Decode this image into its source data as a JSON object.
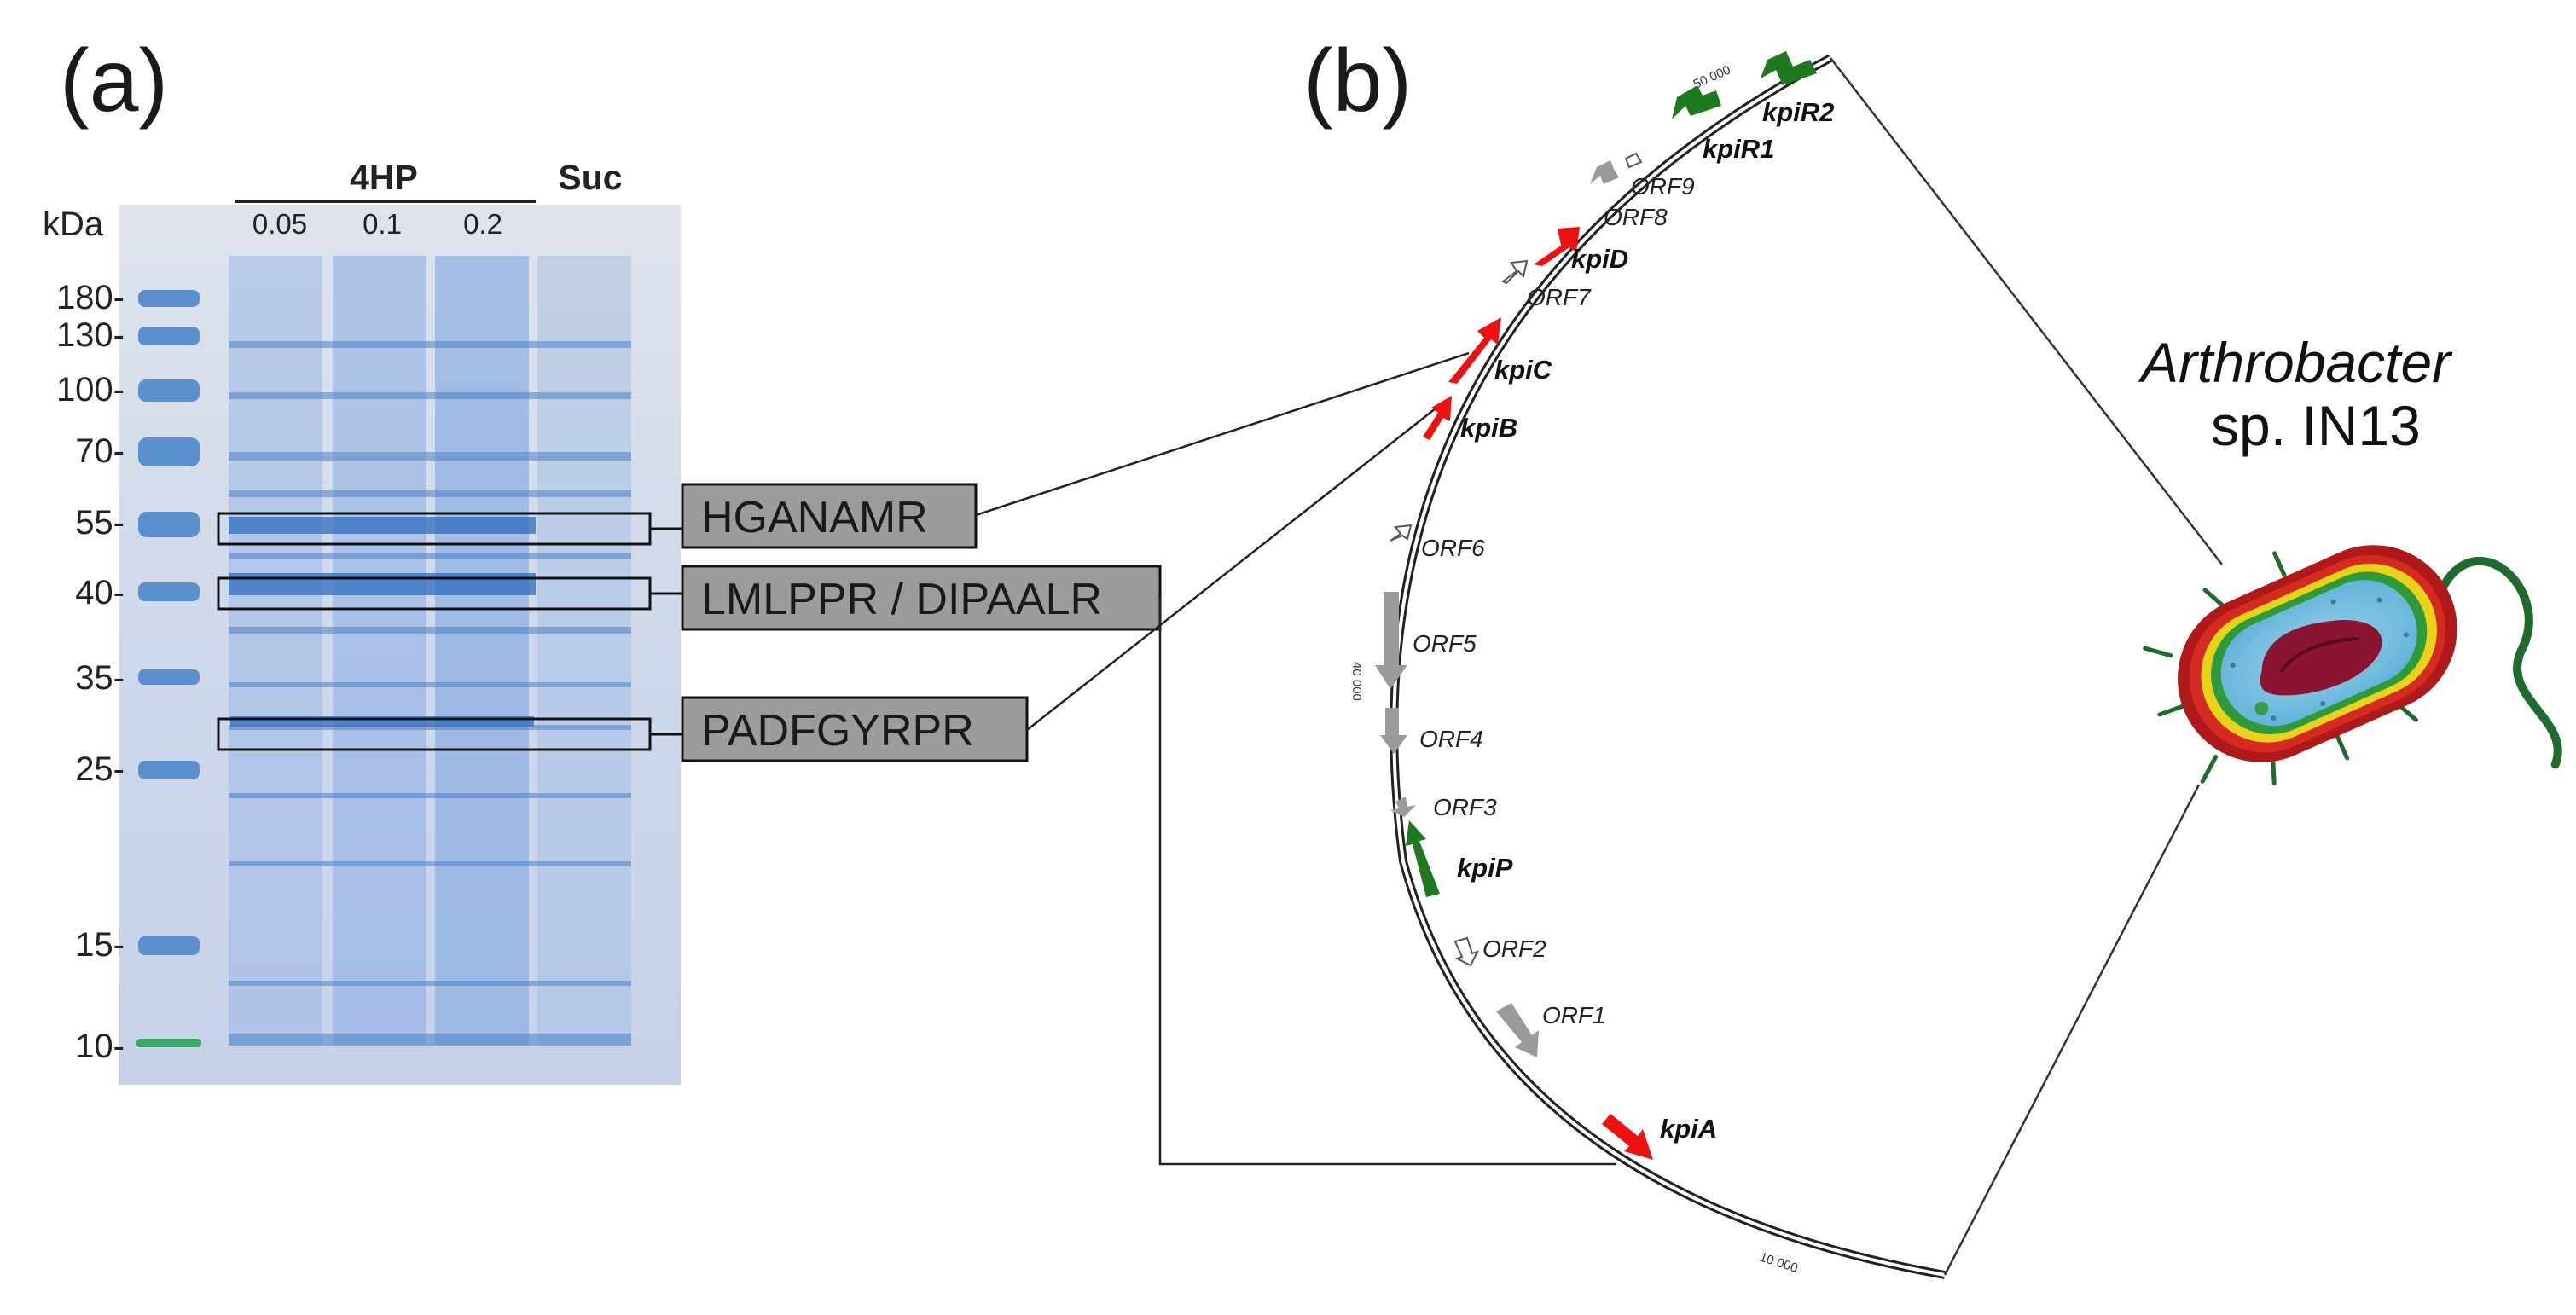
{
  "panels": {
    "a": "(a)",
    "b": "(b)"
  },
  "gel": {
    "unit": "kDa",
    "markers": [
      "180-",
      "130-",
      "100-",
      "70-",
      "55-",
      "40-",
      "35-",
      "25-",
      "15-",
      "10-"
    ],
    "group_header": "4HP",
    "suc_header": "Suc",
    "lanes": [
      "0.05",
      "0.1",
      "0.2"
    ]
  },
  "peptides": [
    "HGANAMR",
    "LMLPPR / DIPAALR",
    "PADFGYRPR"
  ],
  "cluster": {
    "genes": [
      "kpiR2",
      "kpiR1",
      "kpiD",
      "kpiC",
      "kpiB",
      "kpiP",
      "kpiA"
    ],
    "orfs": [
      "ORF9",
      "ORF8",
      "ORF7",
      "ORF6",
      "ORF5",
      "ORF4",
      "ORF3",
      "ORF2",
      "ORF1"
    ],
    "coordinates": [
      "50 000",
      "40 000",
      "10 000"
    ],
    "colors": {
      "regulator": "#1f7a1f",
      "catabolic": "#ee1111",
      "unknown": "#9a9a9a",
      "hypothetical": "#ffffff"
    }
  },
  "organism": {
    "genus": "Arthrobacter",
    "strain": "sp. IN13"
  }
}
